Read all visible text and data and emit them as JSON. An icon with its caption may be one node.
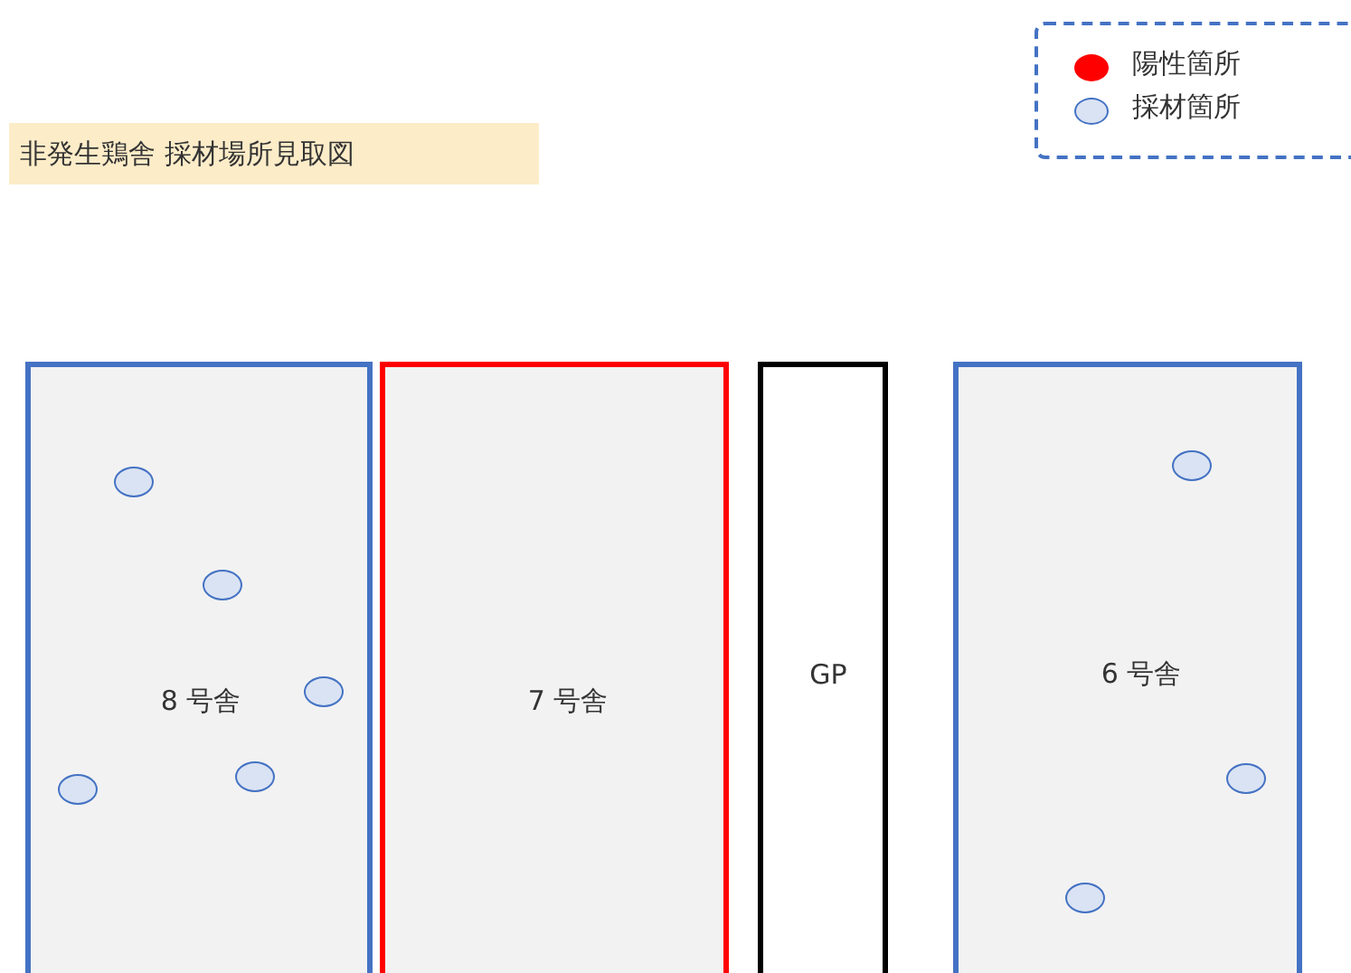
{
  "diagram": {
    "title": "非発生鶏舎 採材場所見取図",
    "nodes": [
      {
        "text": [
          "8 号舎"
        ]
      },
      {
        "text": [
          "7 号舎"
        ]
      },
      {
        "text": [
          "GP"
        ]
      },
      {
        "text": [
          "6 号舎"
        ]
      }
    ],
    "legend": [
      {
        "text": "陽性箇所",
        "color": "#ff0000"
      },
      {
        "text": "採材箇所",
        "color": "#dae3f3"
      }
    ]
  }
}
